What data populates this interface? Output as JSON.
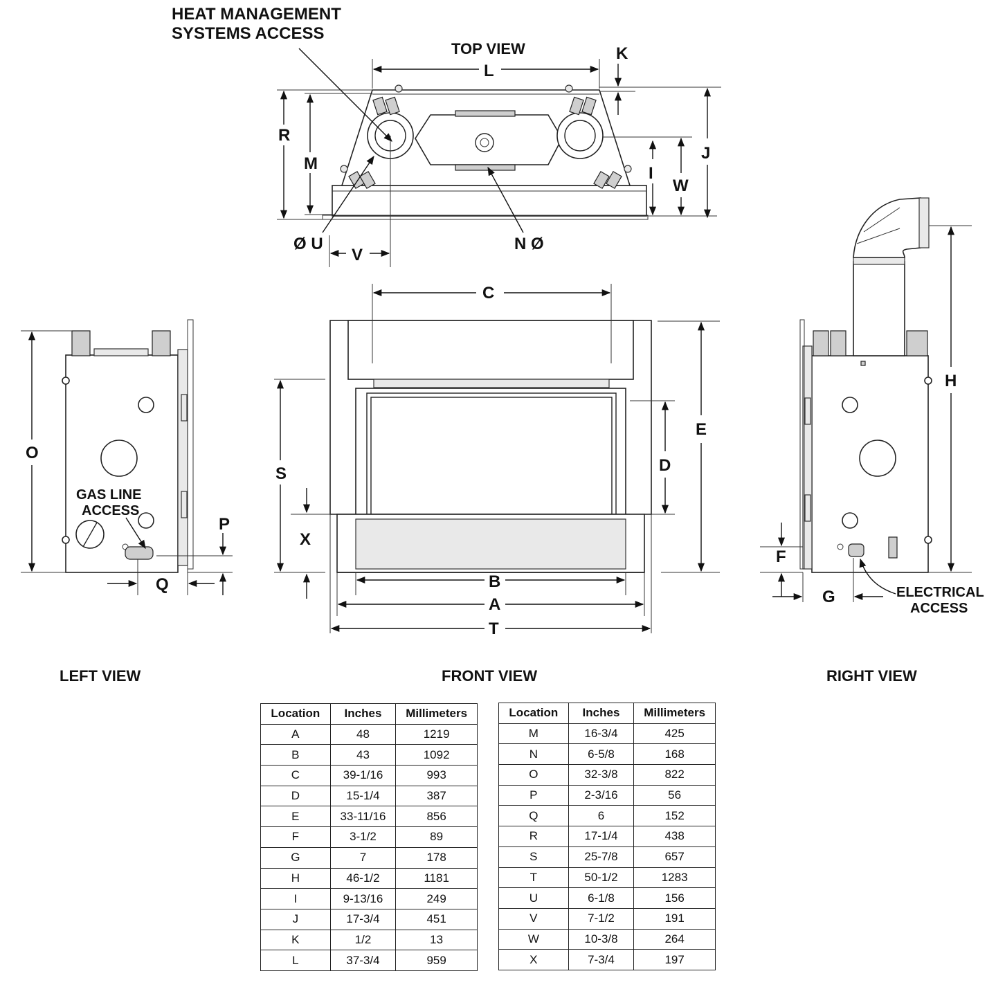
{
  "annotations": {
    "heat_management": [
      "HEAT MANAGEMENT",
      "SYSTEMS ACCESS"
    ],
    "gas_line": [
      "GAS LINE",
      "ACCESS"
    ],
    "electrical": [
      "ELECTRICAL",
      "ACCESS"
    ]
  },
  "views": {
    "top": "TOP VIEW",
    "left": "LEFT VIEW",
    "front": "FRONT VIEW",
    "right": "RIGHT VIEW"
  },
  "dimension_letters": {
    "A": "A",
    "B": "B",
    "C": "C",
    "D": "D",
    "E": "E",
    "F": "F",
    "G": "G",
    "H": "H",
    "I": "I",
    "J": "J",
    "K": "K",
    "L": "L",
    "M": "M",
    "N": "N Ø",
    "O": "O",
    "P": "P",
    "Q": "Q",
    "R": "R",
    "S": "S",
    "T": "T",
    "U": "Ø U",
    "V": "V",
    "W": "W",
    "X": "X"
  },
  "table": {
    "headers": [
      "Location",
      "Inches",
      "Millimeters"
    ],
    "left": [
      [
        "A",
        "48",
        "1219"
      ],
      [
        "B",
        "43",
        "1092"
      ],
      [
        "C",
        "39-1/16",
        "993"
      ],
      [
        "D",
        "15-1/4",
        "387"
      ],
      [
        "E",
        "33-11/16",
        "856"
      ],
      [
        "F",
        "3-1/2",
        "89"
      ],
      [
        "G",
        "7",
        "178"
      ],
      [
        "H",
        "46-1/2",
        "1181"
      ],
      [
        "I",
        "9-13/16",
        "249"
      ],
      [
        "J",
        "17-3/4",
        "451"
      ],
      [
        "K",
        "1/2",
        "13"
      ],
      [
        "L",
        "37-3/4",
        "959"
      ]
    ],
    "right": [
      [
        "M",
        "16-3/4",
        "425"
      ],
      [
        "N",
        "6-5/8",
        "168"
      ],
      [
        "O",
        "32-3/8",
        "822"
      ],
      [
        "P",
        "2-3/16",
        "56"
      ],
      [
        "Q",
        "6",
        "152"
      ],
      [
        "R",
        "17-1/4",
        "438"
      ],
      [
        "S",
        "25-7/8",
        "657"
      ],
      [
        "T",
        "50-1/2",
        "1283"
      ],
      [
        "U",
        "6-1/8",
        "156"
      ],
      [
        "V",
        "7-1/2",
        "191"
      ],
      [
        "W",
        "10-3/8",
        "264"
      ],
      [
        "X",
        "7-3/4",
        "197"
      ]
    ]
  }
}
